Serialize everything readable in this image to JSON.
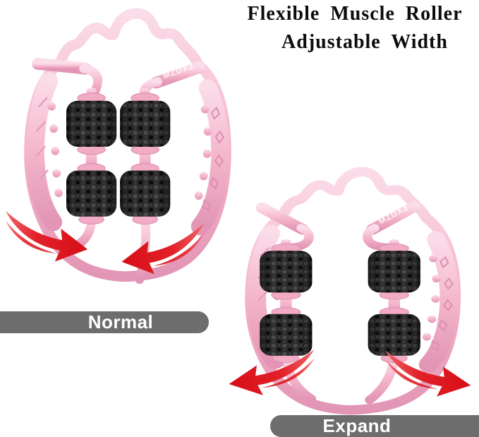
{
  "image_type": "product marketing photo",
  "title": {
    "line1": "Flexible Muscle Roller",
    "line2": "Adjustable Width"
  },
  "brand": "MZDXJ",
  "variants": {
    "normal": {
      "label": "Normal"
    },
    "expand": {
      "label": "Expand"
    }
  },
  "icons": {
    "normal_arrows": "roll-inward-curved-arrows",
    "expand_arrows": "expand-outward-curved-arrows"
  },
  "colors": {
    "pink": "#f4b6cb",
    "pink_light": "#fbdce9",
    "pink_dark": "#e295b5",
    "collar_pink": "#f1abc5",
    "roller_black": "#2b2b2b",
    "arrow_red": "#e32129",
    "banner_gray": "#6d6d6d",
    "banner_text": "#ffffff",
    "title_text": "#0c0c0c",
    "background": "#ffffff"
  }
}
